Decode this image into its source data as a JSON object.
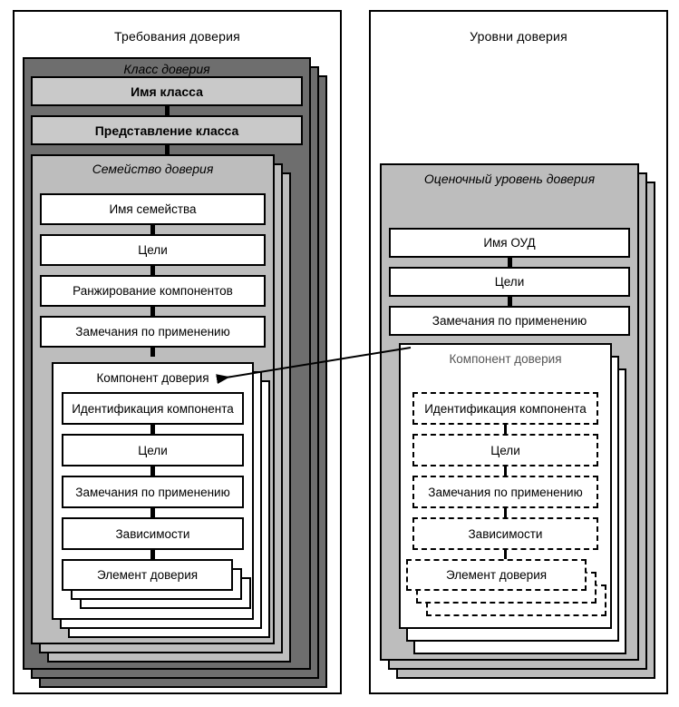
{
  "left_panel": {
    "title": "Требования доверия",
    "class_header": "Класс доверия",
    "class_name": "Имя класса",
    "class_presentation": "Представление класса",
    "family_header": "Семейство доверия",
    "family_name": "Имя семейства",
    "family_objectives": "Цели",
    "family_ranking": "Ранжирование компонентов",
    "family_app_notes": "Замечания по применению",
    "component_header": "Компонент доверия",
    "component_id": "Идентификация компонента",
    "component_objectives": "Цели",
    "component_app_notes": "Замечания по применению",
    "component_dependencies": "Зависимости",
    "element": "Элемент доверия"
  },
  "right_panel": {
    "title": "Уровни доверия",
    "eal_header": "Оценочный уровень доверия",
    "eal_name": "Имя ОУД",
    "eal_objectives": "Цели",
    "eal_app_notes": "Замечания по применению",
    "component_header": "Компонент доверия",
    "component_id": "Идентификация компонента",
    "component_objectives": "Цели",
    "component_app_notes": "Замечания по применению",
    "component_dependencies": "Зависимости",
    "element": "Элемент доверия"
  },
  "colors": {
    "class_dark_gray": "#6e6e6e",
    "family_mid_gray": "#bdbdbd",
    "name_box_gray": "#c9c9c9",
    "border_black": "#000000",
    "background_white": "#ffffff"
  }
}
